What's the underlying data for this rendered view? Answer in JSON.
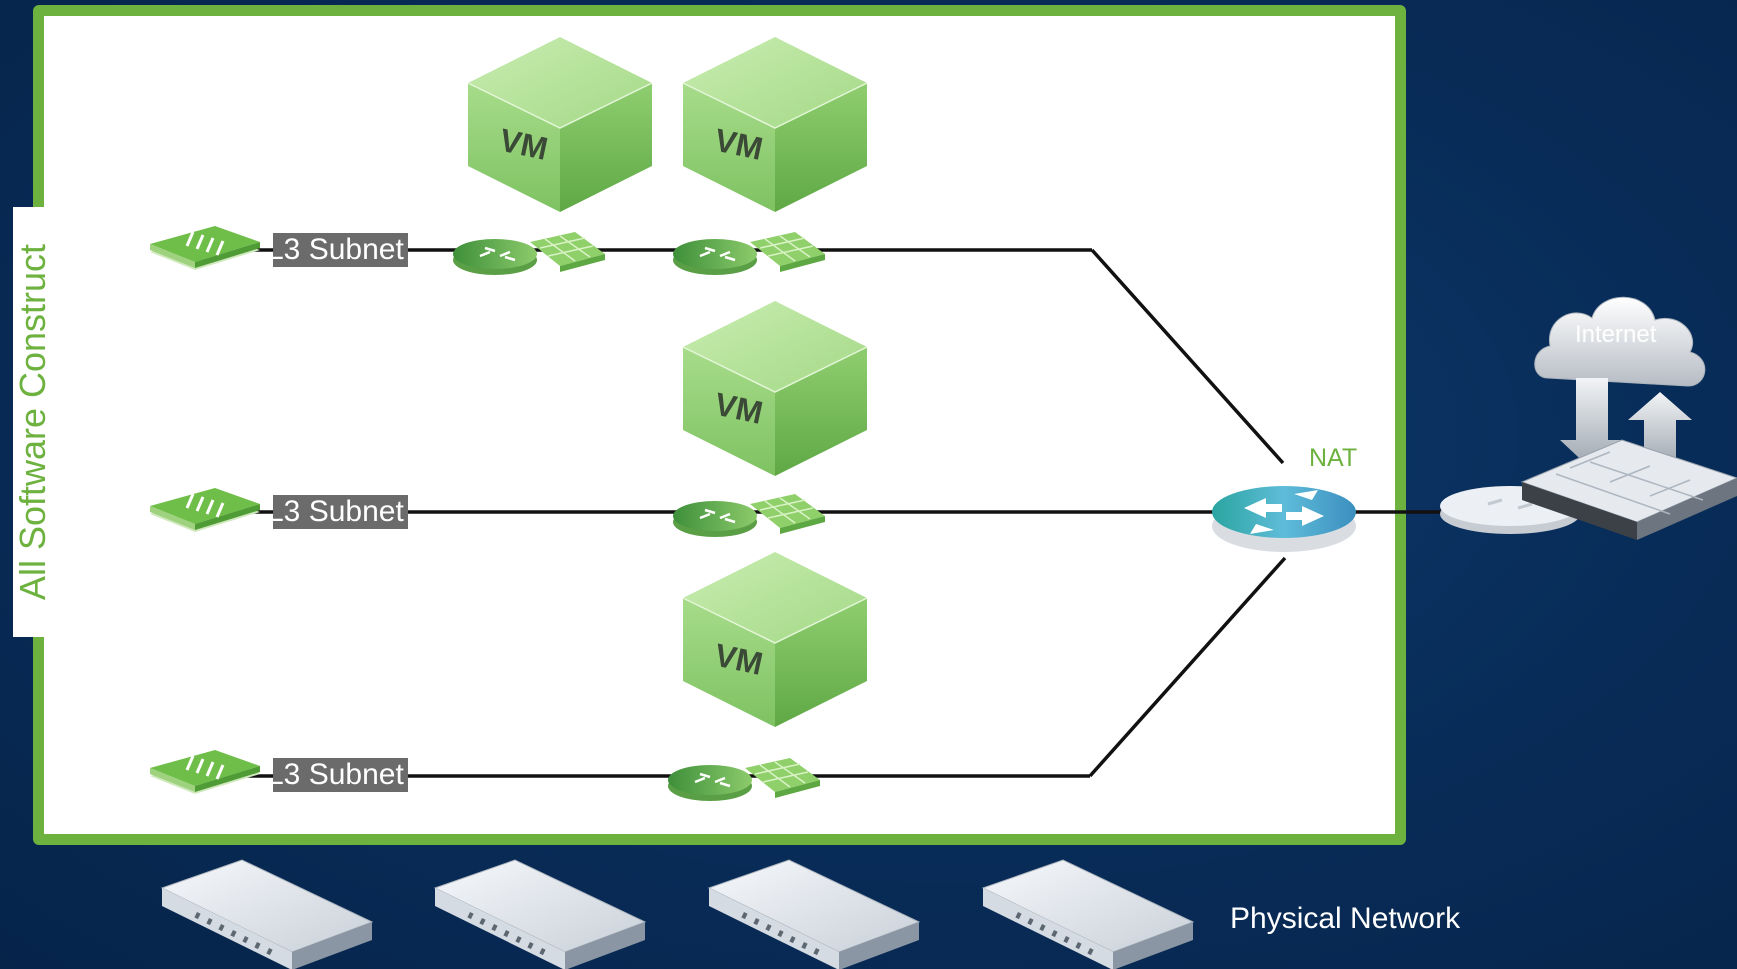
{
  "container_label": "All Software Construct",
  "vms": [
    {
      "label": "VM"
    },
    {
      "label": "VM"
    },
    {
      "label": "VM"
    },
    {
      "label": "VM"
    }
  ],
  "subnets": [
    {
      "label": "L3 Subnet"
    },
    {
      "label": "L3 Subnet"
    },
    {
      "label": "L3 Subnet"
    }
  ],
  "nat_label": "NAT",
  "internet_label": "Internet",
  "physical_network_label": "Physical Network",
  "colors": {
    "accent_green": "#6db23f",
    "background": "#082c58",
    "label_gray": "#6b6b6b"
  }
}
